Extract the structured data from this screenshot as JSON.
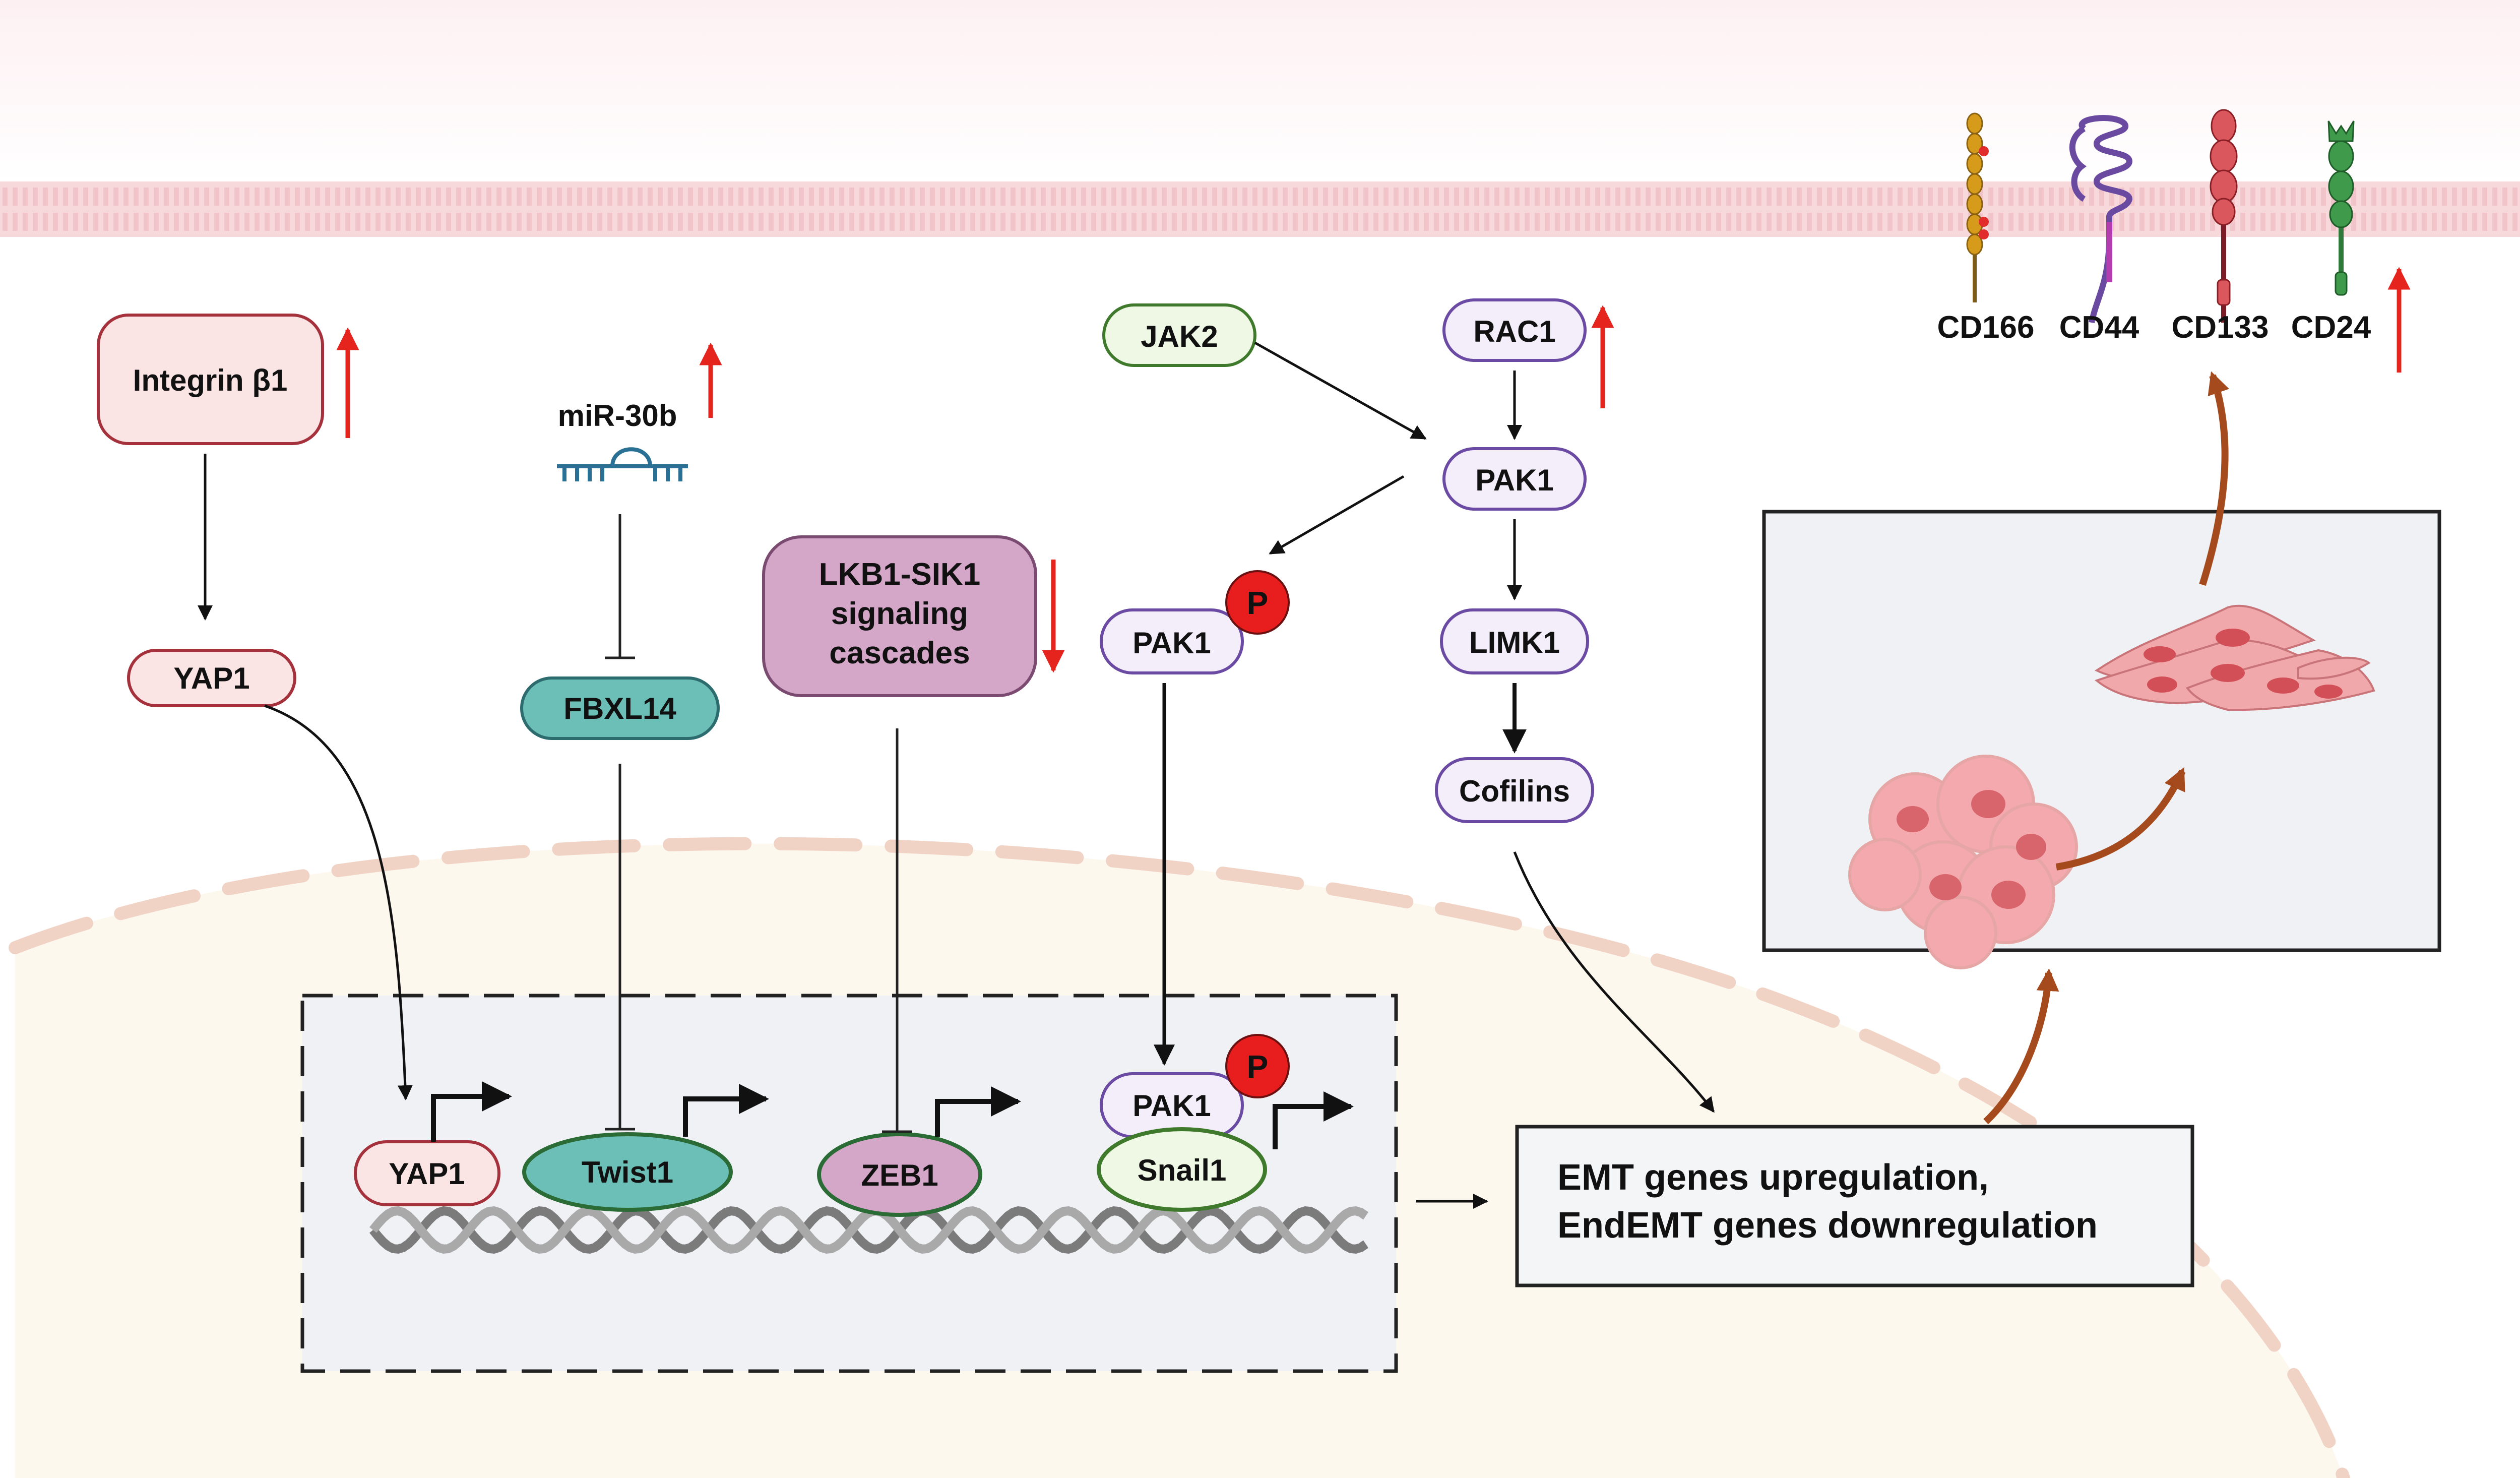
{
  "nodes": {
    "integrin": "Integrin β1",
    "yap1_top": "YAP1",
    "mir30b": "miR-30b",
    "fbxl14": "FBXL14",
    "lkb1_line1": "LKB1-SIK1",
    "lkb1_line2": "signaling",
    "lkb1_line3": "cascades",
    "pak1_phospho": "PAK1",
    "jak2": "JAK2",
    "rac1": "RAC1",
    "pak1": "PAK1",
    "limk1": "LIMK1",
    "cofilins": "Cofilins",
    "yap1_nuc": "YAP1",
    "twist1": "Twist1",
    "zeb1": "ZEB1",
    "pak1_nuc": "PAK1",
    "snail1": "Snail1",
    "phospho": "P"
  },
  "outcome": {
    "line1": "EMT genes upregulation,",
    "line2": "EndEMT genes downregulation"
  },
  "markers": {
    "cd166": "CD166",
    "cd44": "CD44",
    "cd133": "CD133",
    "cd24": "CD24"
  },
  "colors": {
    "up_arrow": "#e5251d",
    "down_arrow": "#e5251d",
    "pink_node_fill": "#fbe4e4",
    "pink_node_stroke": "#a4313b",
    "teal_node_fill": "#6cbfb6",
    "mauve_node_fill": "#d4a6c8",
    "lavender_node_fill": "#f3eefa",
    "lavender_node_stroke": "#6b4aa3",
    "green_node_fill": "#eef8e4",
    "green_node_stroke": "#3f7a2c",
    "membrane": "#f7d9dc",
    "nucleus": "#fdf8ee",
    "progression_arrow": "#a44a1c"
  },
  "indicators": {
    "integrin": "up",
    "mir30b": "up",
    "lkb1": "down",
    "rac1": "up",
    "markers": "up"
  }
}
